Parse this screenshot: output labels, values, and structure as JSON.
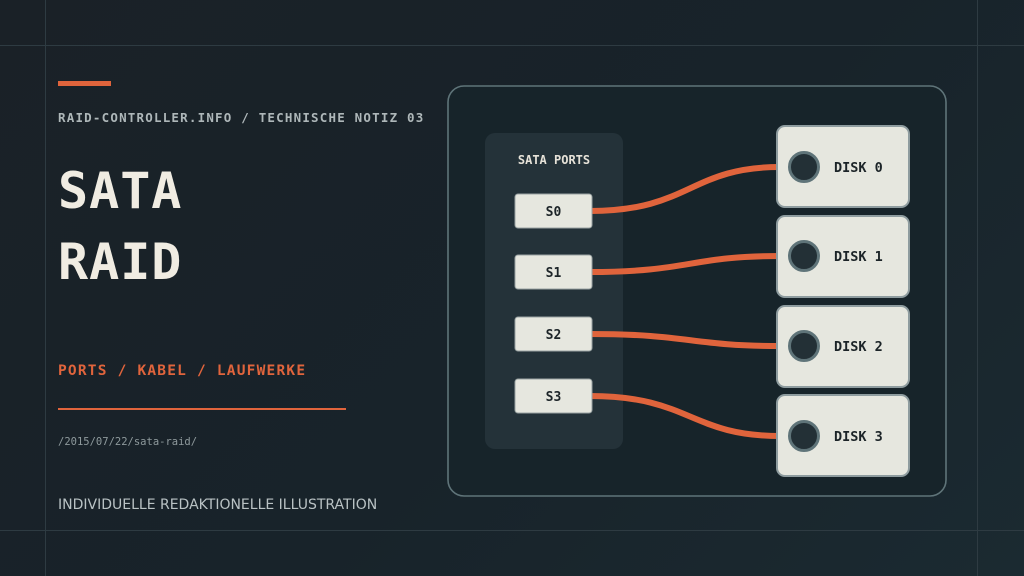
{
  "header": {
    "kicker": "RAID-CONTROLLER.INFO / TECHNISCHE NOTIZ 03",
    "title_line1": "SATA",
    "title_line2": "RAID",
    "subtitle": "PORTS / KABEL / LAUFWERKE",
    "path": "/2015/07/22/sata-raid/",
    "credit": "INDIVIDUELLE REDAKTIONELLE ILLUSTRATION"
  },
  "diagram": {
    "ports_label": "SATA PORTS",
    "ports": [
      "S0",
      "S1",
      "S2",
      "S3"
    ],
    "disks": [
      "DISK 0",
      "DISK 1",
      "DISK 2",
      "DISK 3"
    ]
  },
  "colors": {
    "accent": "#e0643c",
    "background": "#1a2127",
    "panel": "#243239",
    "disk_fill": "#e6e7df",
    "text_light": "#f0ece2"
  }
}
